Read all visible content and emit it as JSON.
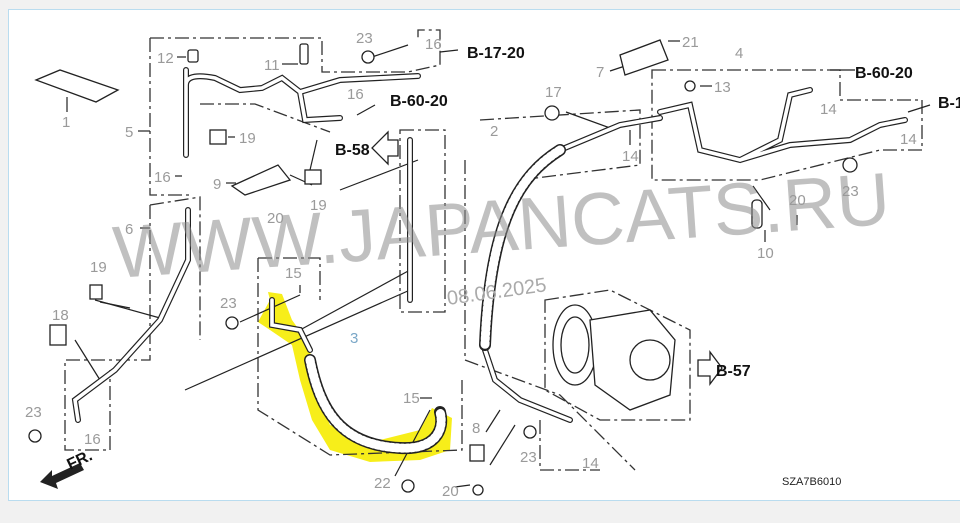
{
  "diagram": {
    "code": "SZA7B6010",
    "front_label": "FR.",
    "watermark": "WWW.JAPANCATS.RU",
    "date_stamp": "08.06.2025",
    "highlight_color": "#f7ee1a",
    "highlighted_part": "3",
    "refs": {
      "b17_20": "B-17-20",
      "b60_20_a": "B-60-20",
      "b58": "B-58",
      "b60_20_b": "B-60-20",
      "b1": "B-1",
      "b57": "B-57"
    },
    "callouts": {
      "p1": "1",
      "p5": "5",
      "p12": "12",
      "p11": "11",
      "p23a": "23",
      "p16a": "16",
      "p16b": "16",
      "p19a": "19",
      "p16c": "16",
      "p9": "9",
      "p20a": "20",
      "p19b": "19",
      "p6": "6",
      "p21": "21",
      "p4": "4",
      "p7": "7",
      "p13": "13",
      "p17": "17",
      "p2": "2",
      "p14a": "14",
      "p14b": "14",
      "p14c": "14",
      "p23b": "23",
      "p20b": "20",
      "p10": "10",
      "p19c": "19",
      "p15a": "15",
      "p23c": "23",
      "p18": "18",
      "p3": "3",
      "p15b": "15",
      "p23d": "23",
      "p16d": "16",
      "p8": "8",
      "p23e": "23",
      "p14d": "14",
      "p22": "22",
      "p20c": "20"
    }
  }
}
